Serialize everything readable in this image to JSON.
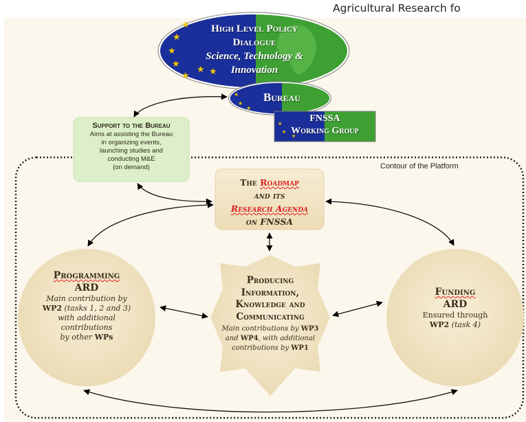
{
  "header": {
    "text": "Agricultural Research fo"
  },
  "dialogue": {
    "line1": "High Level Policy",
    "line2": "Dialogue",
    "line3": "Science, Technology &",
    "line4": "Innovation"
  },
  "bureau": {
    "label": "Bureau"
  },
  "fnssa": {
    "line1": "FNSSA",
    "line2": "Working Group"
  },
  "support": {
    "title": "Support to the Bureau",
    "line1": "Aims at assisting the Bureau",
    "line2": "in organizing events,",
    "line3": "launching studies and",
    "line4": "conducting M&E",
    "line5": "(on demand)"
  },
  "contour": {
    "label": "Contour of the Platform"
  },
  "roadmap": {
    "the": "The",
    "roadmap": "Roadmap",
    "and_its": "and its",
    "research_agenda": "Research Agenda",
    "on": "on",
    "fnssa": "FNSSA"
  },
  "programming": {
    "title": "Programming",
    "subtitle": "ARD",
    "line1": "Main contribution by",
    "wp": "WP2",
    "tasks": "(tasks 1, 2 and 3)",
    "line3": "with additional",
    "line4": "contributions",
    "line5_pre": "by other",
    "line5_wp": "WPs"
  },
  "producing": {
    "line1": "Producing",
    "line2": "Information,",
    "line3": "Knowledge and",
    "line4": "Communicating",
    "c1": "Main contributions by",
    "c1_wp": "WP3",
    "c2_pre": "and",
    "c2_wp": "WP4",
    "c2_post": ", with additional",
    "c3": "contributions by",
    "c3_wp": "WP1"
  },
  "funding": {
    "title": "Funding",
    "subtitle": "ARD",
    "line1": "Ensured through",
    "wp": "WP2",
    "task": "(task 4)"
  },
  "colors": {
    "au_blue": "#1a2f9a",
    "au_green": "#3ea033",
    "cream": "#f2e6c6",
    "support_green": "#dcefc8",
    "brown_text": "#3a2e1c",
    "red_accent": "#d62020"
  }
}
